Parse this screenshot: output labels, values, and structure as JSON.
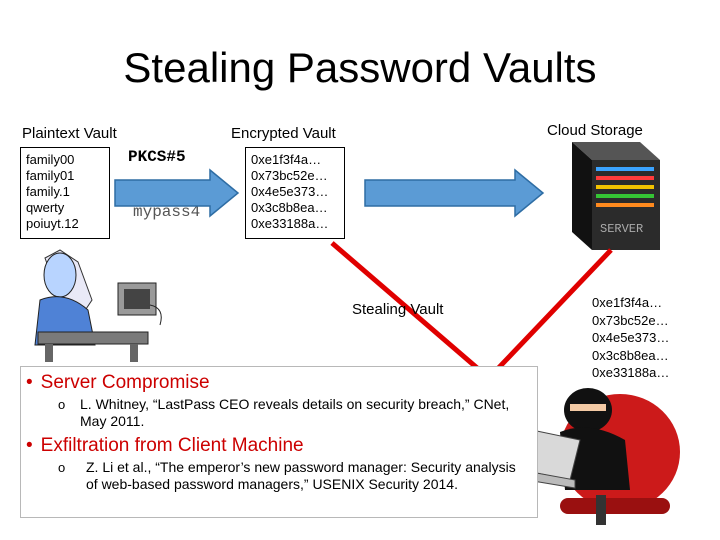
{
  "title": "Stealing Password Vaults",
  "plaintext_vault": {
    "label": "Plaintext Vault",
    "entries": [
      "family00",
      "family01",
      "family.1",
      "qwerty",
      "poiuyt.12"
    ]
  },
  "pkcs": {
    "label": "PKCS#5",
    "password": "mypass4"
  },
  "encrypted_vault": {
    "label": "Encrypted Vault",
    "entries": [
      "0xe1f3f4a…",
      "0x73bc52e…",
      "0x4e5e373…",
      "0x3c8b8ea…",
      "0xe33188a…"
    ]
  },
  "cloud": {
    "label": "Cloud Storage",
    "server_text": "SERVER"
  },
  "stolen_vault": {
    "label": "Stealing Vault",
    "entries": [
      "0xe1f3f4a…",
      "0x73bc52e…",
      "0x4e5e373…",
      "0x3c8b8ea…",
      "0xe33188a…"
    ]
  },
  "bullets": [
    {
      "text": "Server Compromise",
      "sub": "L. Whitney, “LastPass CEO reveals details on security breach,” CNet, May 2011."
    },
    {
      "text": "Exfiltration from Client Machine",
      "sub": "Z. Li et al., “The emperor’s new password manager: Security analysis of web-based password managers,” USENIX Security 2014."
    }
  ],
  "bullet_marker": "•",
  "sub_marker": "o",
  "colors": {
    "accent": "#cc0000",
    "arrow_fill": "#5b9bd5",
    "arrow_stroke": "#2e6da4",
    "steal_line": "#e00000"
  }
}
